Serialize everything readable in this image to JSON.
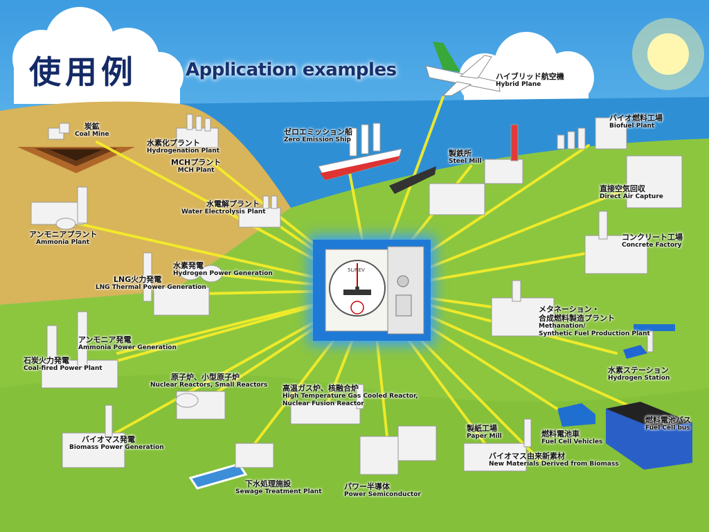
{
  "title": {
    "jp": "使用例",
    "en": "Application examples"
  },
  "instrument": {
    "dial_text": "5L/REV"
  },
  "applications": [
    {
      "jp": "炭鉱",
      "en": "Coal Mine"
    },
    {
      "jp": "水素化プラント",
      "en": "Hydrogenation Plant"
    },
    {
      "jp": "MCHプラント",
      "en": "MCH Plant"
    },
    {
      "jp": "ゼロエミッション船",
      "en": "Zero Emission Ship"
    },
    {
      "jp": "ハイブリッド航空機",
      "en": "Hybrid Plane"
    },
    {
      "jp": "製鉄所",
      "en": "Steel Mill"
    },
    {
      "jp": "バイオ燃料工場",
      "en": "Biofuel Plant"
    },
    {
      "jp": "直接空気回収",
      "en": "Direct Air Capture"
    },
    {
      "jp": "水電解プラント",
      "en": "Water Electrolysis Plant"
    },
    {
      "jp": "アンモニアプラント",
      "en": "Ammonia Plant"
    },
    {
      "jp": "コンクリート工場",
      "en": "Concrete Factory"
    },
    {
      "jp": "水素発電",
      "en": "Hydrogen Power Generation"
    },
    {
      "jp": "LNG火力発電",
      "en": "LNG Thermal Power Generation"
    },
    {
      "jp": "メタネーション・\n合成燃料製造プラント",
      "en": "Methanation/\nSynthetic Fuel Production Plant"
    },
    {
      "jp": "アンモニア発電",
      "en": "Ammonia Power Generation"
    },
    {
      "jp": "石炭火力発電",
      "en": "Coal-fired Power Plant"
    },
    {
      "jp": "水素ステーション",
      "en": "Hydrogen Station"
    },
    {
      "jp": "原子炉、小型原子炉",
      "en": "Nuclear Reactors, Small Reactors"
    },
    {
      "jp": "高温ガス炉、核融合炉",
      "en": "High Temperature Gas Cooled Reactor,\nNuclear Fusion Reactor"
    },
    {
      "jp": "製紙工場",
      "en": "Paper Mill"
    },
    {
      "jp": "燃料電池車",
      "en": "Fuel Cell Vehicles"
    },
    {
      "jp": "燃料電池バス",
      "en": "Fuel Cell bus"
    },
    {
      "jp": "バイオマス発電",
      "en": "Biomass Power Generation"
    },
    {
      "jp": "バイオマス由来新素材",
      "en": "New Materials Derived from Biomass"
    },
    {
      "jp": "下水処理施設",
      "en": "Sewage Treatment Plant"
    },
    {
      "jp": "パワー半導体",
      "en": "Power Semiconductor"
    }
  ],
  "colors": {
    "sky": "#4aa8e8",
    "grass": "#8cc63f",
    "sand": "#d8b45a",
    "rays": "#f4ec2a",
    "panel": "#1f7ad6"
  }
}
